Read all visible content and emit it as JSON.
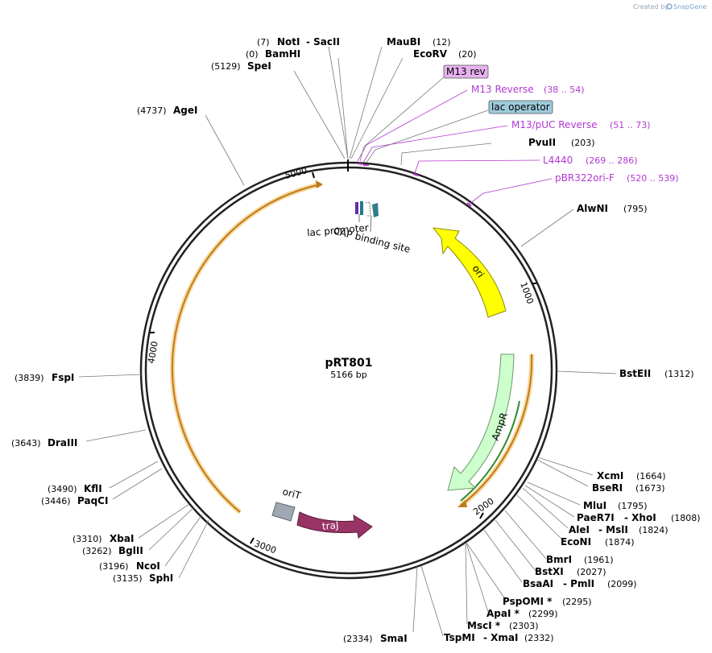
{
  "credit": {
    "prefix": "Created by",
    "brand": "SnapGene"
  },
  "plasmid": {
    "name": "pRT801",
    "size_label": "5166 bp"
  },
  "ticks": [
    "1000",
    "2000",
    "3000",
    "4000",
    "5000"
  ],
  "features": {
    "ori": "ori",
    "ampr": "AmpR",
    "trai": "traJ",
    "orit": "oriT",
    "lac_promoter": "lac promoter",
    "cap_site": "CAP binding site"
  },
  "sites": [
    {
      "name": "NotI",
      "extra": "- SacII",
      "pos": "(7)"
    },
    {
      "name": "BamHI",
      "extra": "",
      "pos": "(0)"
    },
    {
      "name": "SpeI",
      "extra": "",
      "pos": "(5129)"
    },
    {
      "name": "MauBI",
      "extra": "",
      "pos": "(12)"
    },
    {
      "name": "EcoRV",
      "extra": "",
      "pos": "(20)"
    },
    {
      "name": "AgeI",
      "extra": "",
      "pos": "(4737)"
    },
    {
      "name": "PvuII",
      "extra": "",
      "pos": "(203)"
    },
    {
      "name": "AlwNI",
      "extra": "",
      "pos": "(795)"
    },
    {
      "name": "BstEII",
      "extra": "",
      "pos": "(1312)"
    },
    {
      "name": "FspI",
      "extra": "",
      "pos": "(3839)"
    },
    {
      "name": "DraIII",
      "extra": "",
      "pos": "(3643)"
    },
    {
      "name": "KflI",
      "extra": "",
      "pos": "(3490)"
    },
    {
      "name": "PaqCI",
      "extra": "",
      "pos": "(3446)"
    },
    {
      "name": "XcmI",
      "extra": "",
      "pos": "(1664)"
    },
    {
      "name": "BseRI",
      "extra": "",
      "pos": "(1673)"
    },
    {
      "name": "MluI",
      "extra": "",
      "pos": "(1795)"
    },
    {
      "name": "PaeR7I",
      "extra": "- XhoI",
      "pos": "(1808)"
    },
    {
      "name": "AleI",
      "extra": "- MslI",
      "pos": "(1824)"
    },
    {
      "name": "EcoNI",
      "extra": "",
      "pos": "(1874)"
    },
    {
      "name": "BmrI",
      "extra": "",
      "pos": "(1961)"
    },
    {
      "name": "BstXI",
      "extra": "",
      "pos": "(2027)"
    },
    {
      "name": "BsaAI",
      "extra": "- PmlI",
      "pos": "(2099)"
    },
    {
      "name": "PspOMI *",
      "extra": "",
      "pos": "(2295)"
    },
    {
      "name": "ApaI *",
      "extra": "",
      "pos": "(2299)"
    },
    {
      "name": "MscI *",
      "extra": "",
      "pos": "(2303)"
    },
    {
      "name": "TspMI",
      "extra": "- XmaI",
      "pos": "(2332)"
    },
    {
      "name": "SmaI",
      "extra": "",
      "pos": "(2334)"
    },
    {
      "name": "XbaI",
      "extra": "",
      "pos": "(3310)"
    },
    {
      "name": "BglII",
      "extra": "",
      "pos": "(3262)"
    },
    {
      "name": "NcoI",
      "extra": "",
      "pos": "(3196)"
    },
    {
      "name": "SphI",
      "extra": "",
      "pos": "(3135)"
    }
  ],
  "primers": [
    {
      "name": "M13 Reverse",
      "pos": "(38 .. 54)"
    },
    {
      "name": "M13/pUC Reverse",
      "pos": "(51 .. 73)"
    },
    {
      "name": "L4440",
      "pos": "(269 .. 286)"
    },
    {
      "name": "pBR322ori-F",
      "pos": "(520 .. 539)"
    }
  ],
  "boxes": {
    "m13rev": "M13 rev",
    "lac_operator": "lac operator"
  },
  "colors": {
    "primer": "#b238d1",
    "ori": "#ffff00",
    "ampr": "#ccffcc",
    "trai": "#993366",
    "orit": "#a0a8b4",
    "orf": "#e5a64a",
    "m13_box": "#e8b2f0",
    "lac_op_box": "#9ecbdb"
  }
}
